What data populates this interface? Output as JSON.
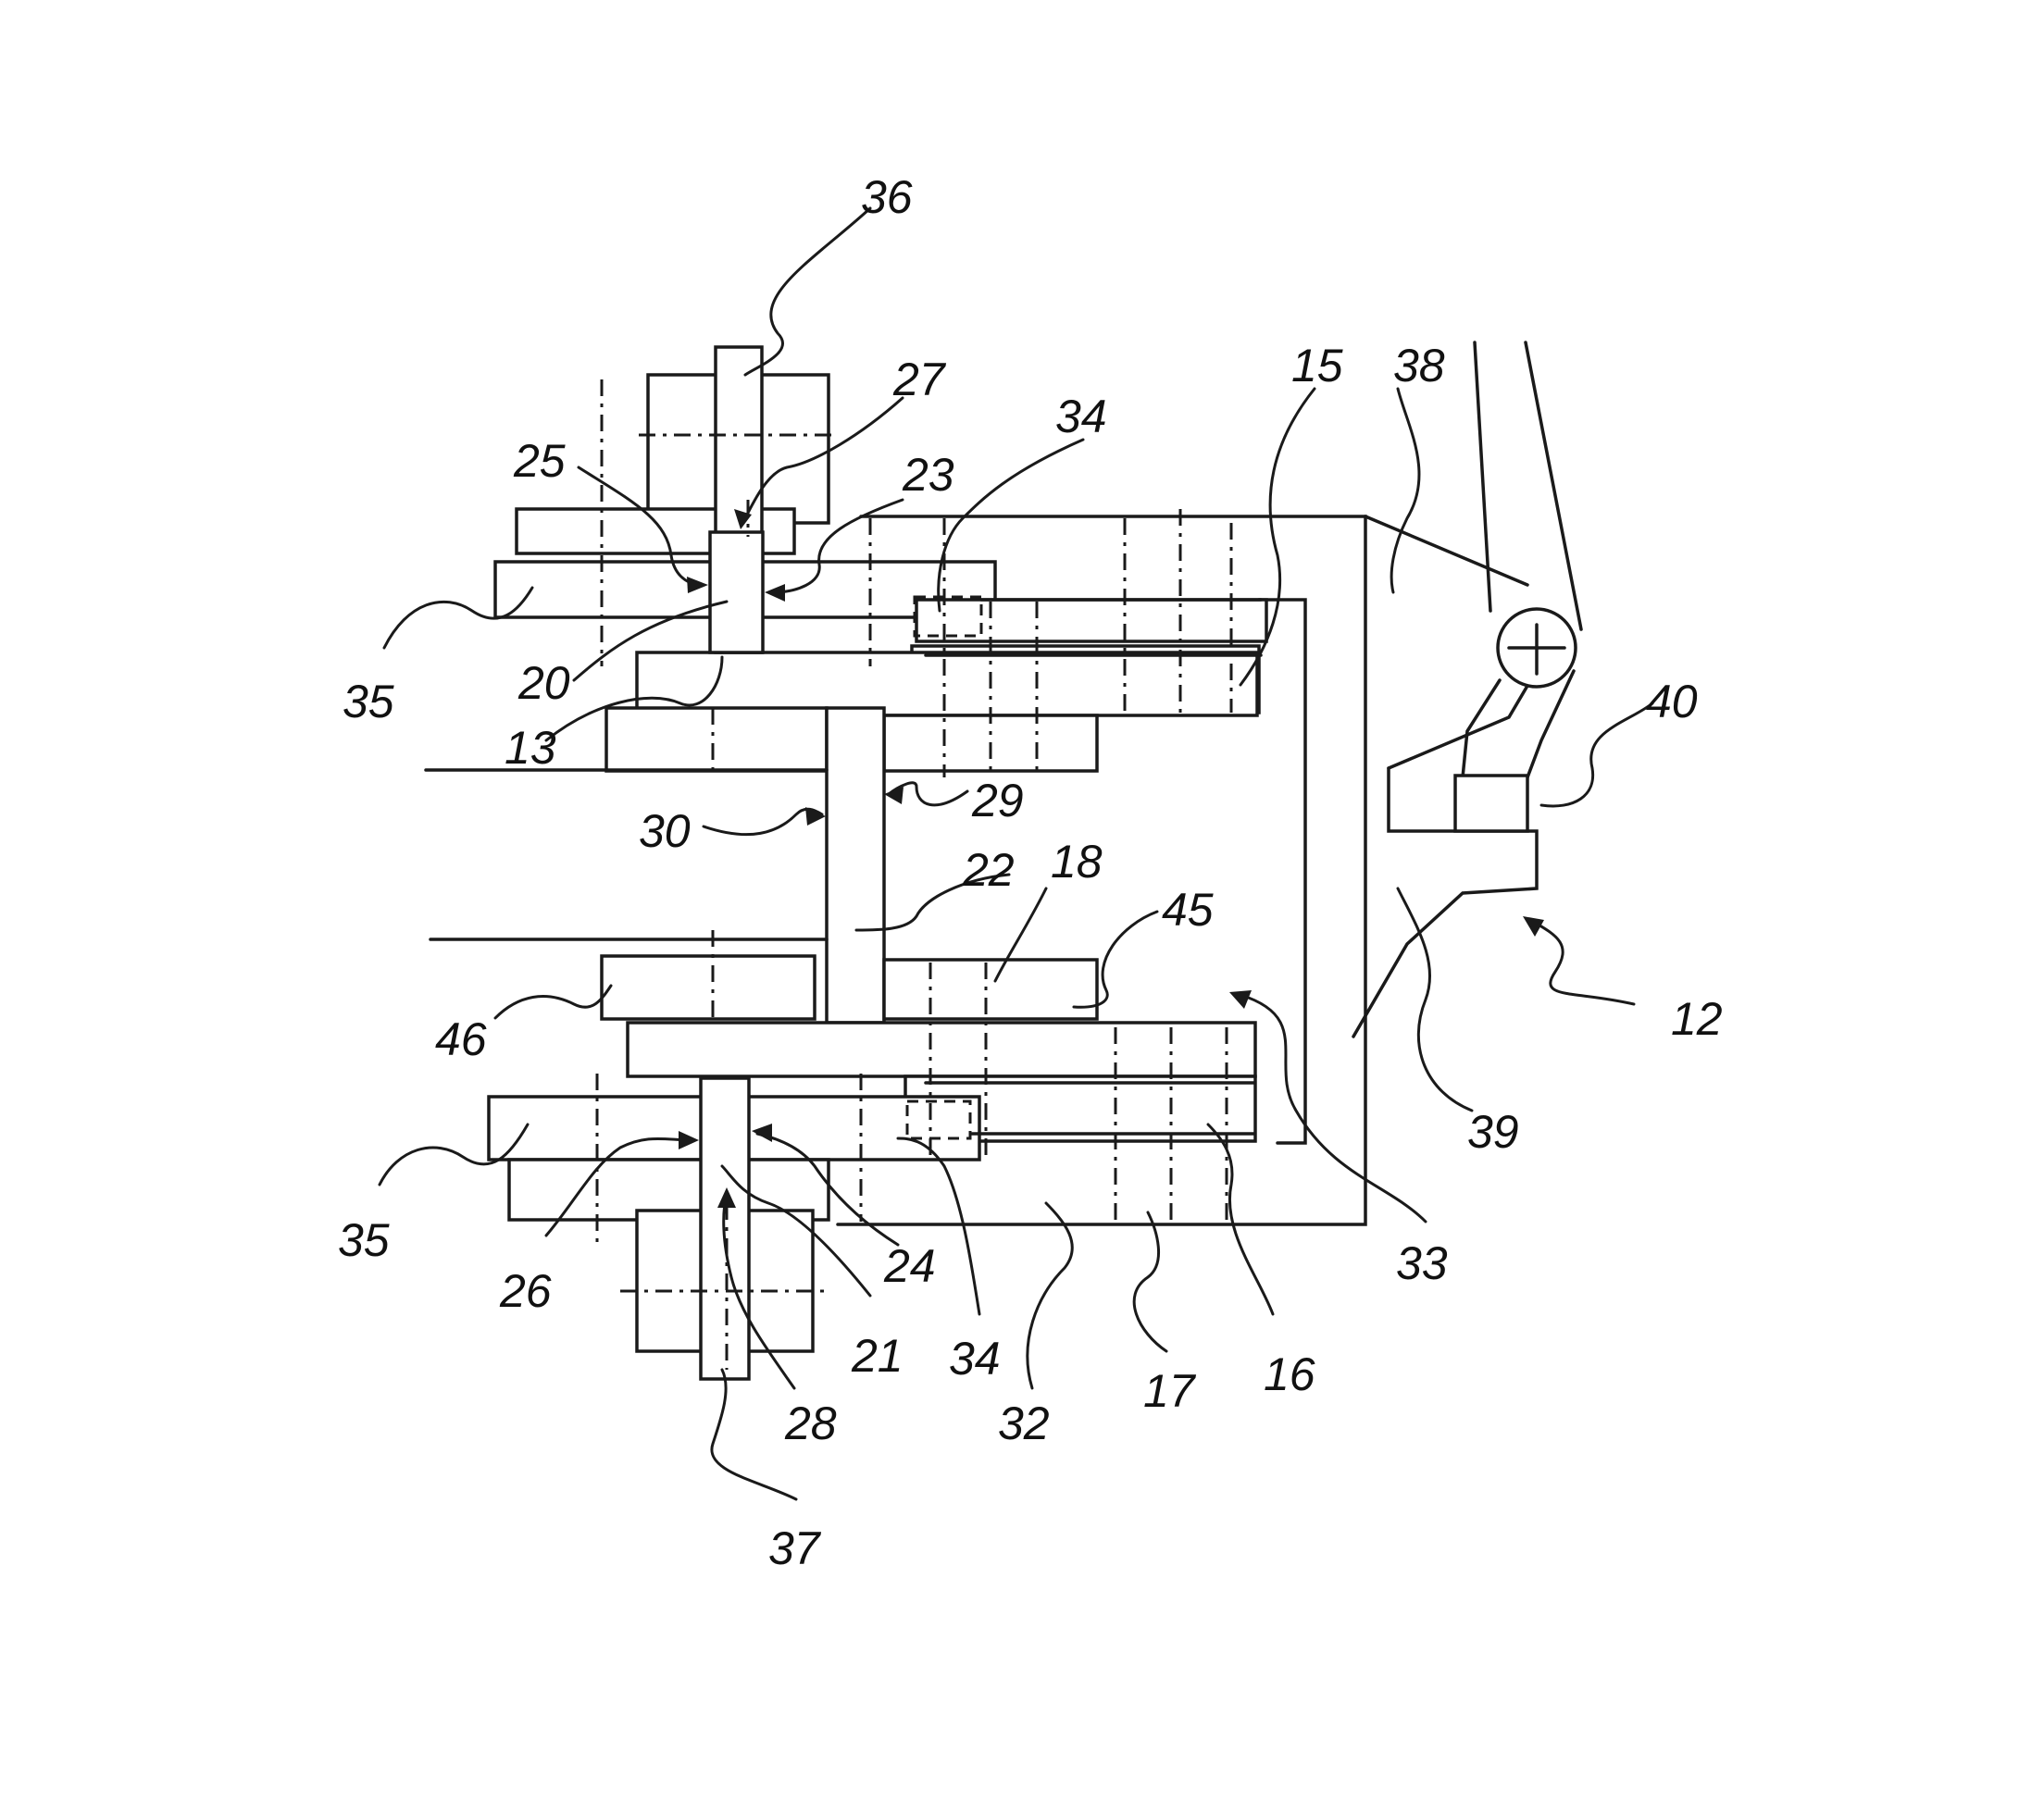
{
  "figure": {
    "reference_numerals": [
      {
        "id": "n36",
        "text": "36"
      },
      {
        "id": "n27",
        "text": "27"
      },
      {
        "id": "n34a",
        "text": "34"
      },
      {
        "id": "n15",
        "text": "15"
      },
      {
        "id": "n38",
        "text": "38"
      },
      {
        "id": "n25",
        "text": "25"
      },
      {
        "id": "n23",
        "text": "23"
      },
      {
        "id": "n35a",
        "text": "35"
      },
      {
        "id": "n20",
        "text": "20"
      },
      {
        "id": "n13",
        "text": "13"
      },
      {
        "id": "n40",
        "text": "40"
      },
      {
        "id": "n30",
        "text": "30"
      },
      {
        "id": "n29",
        "text": "29"
      },
      {
        "id": "n22",
        "text": "22"
      },
      {
        "id": "n18",
        "text": "18"
      },
      {
        "id": "n45",
        "text": "45"
      },
      {
        "id": "n12",
        "text": "12"
      },
      {
        "id": "n46",
        "text": "46"
      },
      {
        "id": "n39",
        "text": "39"
      },
      {
        "id": "n35b",
        "text": "35"
      },
      {
        "id": "n33",
        "text": "33"
      },
      {
        "id": "n26",
        "text": "26"
      },
      {
        "id": "n24",
        "text": "24"
      },
      {
        "id": "n16",
        "text": "16"
      },
      {
        "id": "n21",
        "text": "21"
      },
      {
        "id": "n34b",
        "text": "34"
      },
      {
        "id": "n17",
        "text": "17"
      },
      {
        "id": "n28",
        "text": "28"
      },
      {
        "id": "n32",
        "text": "32"
      },
      {
        "id": "n37",
        "text": "37"
      }
    ],
    "stroke_color": "#1a1a1a"
  }
}
